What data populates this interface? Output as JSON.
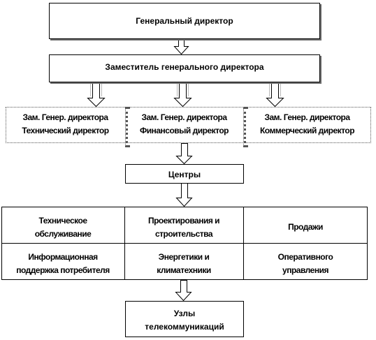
{
  "general_director": "Генеральный директор",
  "deputy_general_director": "Заместитель генерального директора",
  "deputies": [
    {
      "line1": "Зам. Генер. директора",
      "line2": "Технический директор"
    },
    {
      "line1": "Зам. Генер. директора",
      "line2": "Финансовый директор"
    },
    {
      "line1": "Зам. Генер. директора",
      "line2": "Коммерческий директор"
    }
  ],
  "centers": "Центры",
  "center_cells": [
    {
      "line1": "Техническое",
      "line2": "обслуживание"
    },
    {
      "line1": "Проектирования и",
      "line2": "строительства"
    },
    {
      "line1": "Продажи",
      "line2": ""
    },
    {
      "line1": "Информационная",
      "line2": "поддержка потребителя"
    },
    {
      "line1": "Энергетики и",
      "line2": "климатехники"
    },
    {
      "line1": "Оперативного",
      "line2": "управления"
    }
  ],
  "nodes": {
    "line1": "Узлы",
    "line2": "телекоммуникаций"
  }
}
